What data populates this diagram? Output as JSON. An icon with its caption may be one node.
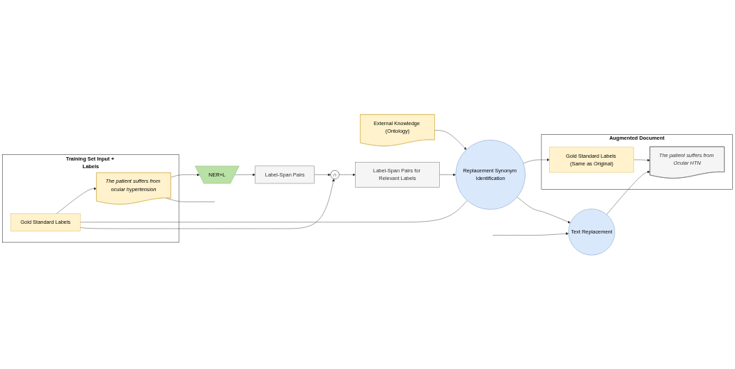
{
  "diagram": {
    "nodes": [
      {
        "text": [
          "Training Set Input + Labels"
        ]
      },
      {
        "text": [
          "Gold Standard Labels"
        ],
        "in": 0
      },
      {
        "text": [
          "The patient suffers from ocular hypertension"
        ],
        "in": 0
      },
      {
        "text": [
          "External Knowledge (Ontology)"
        ]
      },
      {
        "text": [
          "NER+L"
        ]
      },
      {
        "text": [
          "Label-Span Pairs"
        ]
      },
      {
        "text": [
          "∩"
        ]
      },
      {
        "text": [
          "Label-Span Pairs for Relevant Labels"
        ]
      },
      {
        "text": [
          "Replacement Synonym Identification"
        ]
      },
      {
        "text": [
          "Text Replacement"
        ]
      },
      {
        "text": [
          "Augmented Document"
        ]
      },
      {
        "text": [
          "Gold Standard Labels (Same as Original)"
        ],
        "in": 10
      },
      {
        "text": [
          "The patient suffers from Ocular HTN"
        ],
        "in": 10
      }
    ],
    "edges": [
      {
        "from": 1,
        "to": 2,
        "arrow": "to"
      },
      {
        "from": 1,
        "to": 8,
        "arrow": "none"
      },
      {
        "from": 1,
        "to": 6,
        "arrow": "to"
      },
      {
        "from": 2,
        "to": 4,
        "arrow": "to"
      },
      {
        "from": 2,
        "to": null,
        "arrow": "none"
      },
      {
        "from": 3,
        "to": 8,
        "arrow": "to"
      },
      {
        "from": 4,
        "to": 5,
        "arrow": "to"
      },
      {
        "from": 5,
        "to": 6,
        "arrow": "to"
      },
      {
        "from": 6,
        "to": 7,
        "arrow": "to"
      },
      {
        "from": 7,
        "to": 8,
        "arrow": "to"
      },
      {
        "from": 8,
        "to": 11,
        "arrow": "to"
      },
      {
        "from": 8,
        "to": 9,
        "arrow": "to"
      },
      {
        "from": null,
        "to": 9,
        "arrow": "to"
      },
      {
        "from": 9,
        "to": 12,
        "arrow": "to"
      },
      {
        "from": 11,
        "to": 12,
        "arrow": "to"
      }
    ]
  }
}
